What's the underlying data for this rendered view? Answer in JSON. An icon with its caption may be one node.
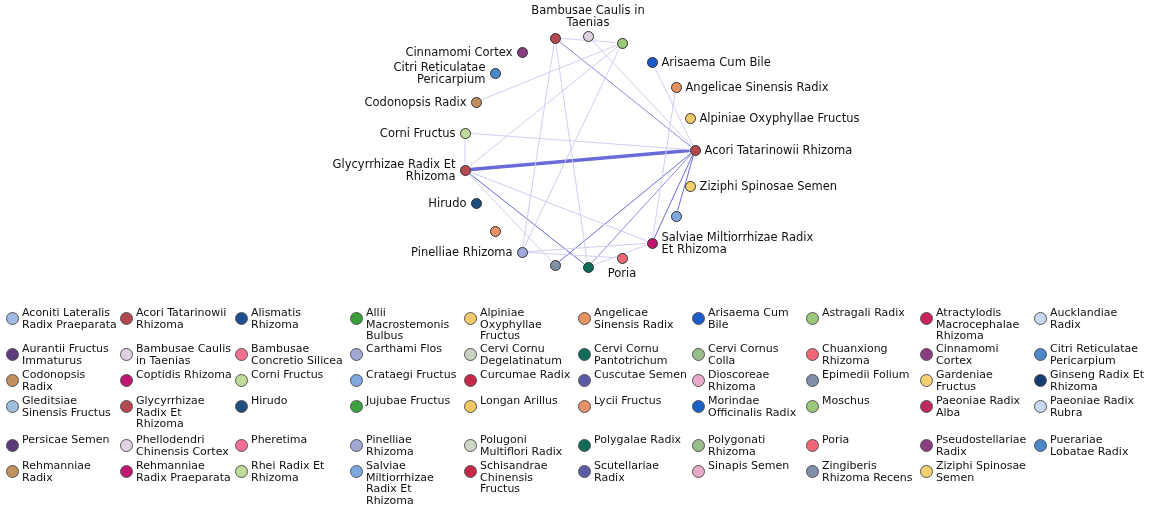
{
  "diagram": {
    "nodes": [
      {
        "text": [],
        "shape": "circle"
      },
      {
        "text": [
          "Bambusae Caulis in Taenias"
        ]
      },
      {
        "text": [],
        "shape": "circle"
      },
      {
        "text": [
          "Arisaema Cum Bile"
        ]
      },
      {
        "text": [
          "Angelicae Sinensis Radix"
        ]
      },
      {
        "text": [
          "Alpiniae Oxyphyllae Fructus"
        ]
      },
      {
        "text": [
          "Acori Tatarinowii Rhizoma"
        ]
      },
      {
        "text": [
          "Ziziphi Spinosae Semen"
        ]
      },
      {
        "text": [],
        "shape": "circle"
      },
      {
        "text": [
          "Salviae Miltiorrhizae Radix Et Rhizoma"
        ]
      },
      {
        "text": [
          "Poria"
        ]
      },
      {
        "text": [],
        "shape": "circle"
      },
      {
        "text": [],
        "shape": "circle"
      },
      {
        "text": [
          "Pinelliae Rhizoma"
        ]
      },
      {
        "text": [],
        "shape": "circle"
      },
      {
        "text": [
          "Hirudo"
        ]
      },
      {
        "text": [
          "Glycyrrhizae Radix Et Rhizoma"
        ]
      },
      {
        "text": [
          "Corni Fructus"
        ]
      },
      {
        "text": [
          "Codonopsis Radix"
        ]
      },
      {
        "text": [
          "Citri Reticulatae Pericarpium"
        ]
      },
      {
        "text": [
          "Cinnamomi Cortex"
        ]
      }
    ],
    "edges": [
      {
        "from": 16,
        "to": 6,
        "arrow": "none",
        "style": "thick",
        "color": "#6a6ad8"
      },
      {
        "from": 16,
        "to": 11,
        "arrow": "none",
        "color": "#6a6ad8"
      },
      {
        "from": 6,
        "to": 12,
        "arrow": "none",
        "color": "#6a6ad8"
      },
      {
        "from": 6,
        "to": 9,
        "arrow": "none",
        "color": "#6a6ad8"
      },
      {
        "from": 6,
        "to": 8,
        "arrow": "none",
        "color": "#6a6ad8"
      },
      {
        "from": 6,
        "to": 11,
        "arrow": "none",
        "color": "#8a8ae0"
      },
      {
        "from": 0,
        "to": 6,
        "arrow": "none",
        "color": "#8a8ae0"
      },
      {
        "from": 17,
        "to": 6,
        "arrow": "none"
      },
      {
        "from": 0,
        "to": 11,
        "arrow": "none"
      },
      {
        "from": 0,
        "to": 13,
        "arrow": "none"
      },
      {
        "from": 2,
        "to": 16,
        "arrow": "none"
      },
      {
        "from": 2,
        "to": 13,
        "arrow": "none"
      },
      {
        "from": 18,
        "to": 2,
        "arrow": "none"
      },
      {
        "from": 16,
        "to": 9,
        "arrow": "none"
      },
      {
        "from": 16,
        "to": 12,
        "arrow": "none"
      },
      {
        "from": 11,
        "to": 9,
        "arrow": "none"
      },
      {
        "from": 13,
        "to": 9,
        "arrow": "none"
      },
      {
        "from": 1,
        "to": 6,
        "arrow": "none"
      },
      {
        "from": 0,
        "to": 2,
        "arrow": "none"
      },
      {
        "from": 3,
        "to": 6,
        "arrow": "none"
      },
      {
        "from": 4,
        "to": 9,
        "arrow": "none"
      },
      {
        "from": 17,
        "to": 16,
        "arrow": "none"
      },
      {
        "from": 13,
        "to": 10,
        "arrow": "none"
      }
    ],
    "legend": [
      {
        "text": "Aconiti Lateralis Radix Praeparata",
        "color": "#9dbbe0"
      },
      {
        "text": "Acori Tatarinowii Rhizoma",
        "color": "#b5474f"
      },
      {
        "text": "Alismatis Rhizoma",
        "color": "#1f4e8c"
      },
      {
        "text": "Allii Macrostemonis Bulbus",
        "color": "#3a9e3a"
      },
      {
        "text": "Alpiniae Oxyphyllae Fructus",
        "color": "#f5c96a"
      },
      {
        "text": "Angelicae Sinensis Radix",
        "color": "#e8925e"
      },
      {
        "text": "Arisaema Cum Bile",
        "color": "#1a5ccc"
      },
      {
        "text": "Astragali Radix",
        "color": "#98c87a"
      },
      {
        "text": "Atractylodis Macrocephalae Rhizoma",
        "color": "#c8245a"
      },
      {
        "text": "Aucklandiae Radix",
        "color": "#c8d8f5"
      },
      {
        "text": "Aurantii Fructus Immaturus",
        "color": "#5e3a7a"
      },
      {
        "text": "Bambusae Caulis in Taenias",
        "color": "#ddd0e0"
      },
      {
        "text": "Bambusae Concretio Silicea",
        "color": "#f07090"
      },
      {
        "text": "Carthami Flos",
        "color": "#a0a8d8"
      },
      {
        "text": "Cervi Cornu Degelatinatum",
        "color": "#c8d4c0"
      },
      {
        "text": "Cervi Cornu Pantotrichum",
        "color": "#0e6b5a"
      },
      {
        "text": "Cervi Cornus Colla",
        "color": "#98bc8a"
      },
      {
        "text": "Chuanxiong Rhizoma",
        "color": "#f06878"
      },
      {
        "text": "Cinnamomi Cortex",
        "color": "#8a3c80"
      },
      {
        "text": "Citri Reticulatae Pericarpium",
        "color": "#4a88c8"
      },
      {
        "text": "Codonopsis Radix",
        "color": "#c09060"
      },
      {
        "text": "Coptidis Rhizoma",
        "color": "#c01870"
      },
      {
        "text": "Corni Fructus",
        "color": "#c0dc98"
      },
      {
        "text": "Crataegi Fructus",
        "color": "#80a8e0"
      },
      {
        "text": "Curcumae Radix",
        "color": "#c82848"
      },
      {
        "text": "Cuscutae Semen",
        "color": "#5a5ca8"
      },
      {
        "text": "Dioscoreae Rhizoma",
        "color": "#e8a8c8"
      },
      {
        "text": "Epimedii Folium",
        "color": "#8090a8"
      },
      {
        "text": "Gardeniae Fructus",
        "color": "#f5d070"
      },
      {
        "text": "Ginseng Radix Et Rhizoma",
        "color": "#143c70"
      },
      {
        "text": "Gleditsiae Sinensis Fructus",
        "color": "#9cbce0"
      },
      {
        "text": "Glycyrrhizae Radix Et Rhizoma",
        "color": "#b84850"
      },
      {
        "text": "Hirudo",
        "color": "#1e4e80"
      },
      {
        "text": "Jujubae Fructus",
        "color": "#3aa040"
      },
      {
        "text": "Longan Arillus",
        "color": "#f5c860"
      },
      {
        "text": "Lycii Fructus",
        "color": "#e89068"
      },
      {
        "text": "Morindae Officinalis Radix",
        "color": "#1a60c8"
      },
      {
        "text": "Moschus",
        "color": "#98c878"
      },
      {
        "text": "Paeoniae Radix Alba",
        "color": "#c02860"
      },
      {
        "text": "Paeoniae Radix Rubra",
        "color": "#c8d8f5"
      },
      {
        "text": "Persicae Semen",
        "color": "#5a3a78"
      },
      {
        "text": "Phellodendri Chinensis Cortex",
        "color": "#e0d4e4"
      },
      {
        "text": "Pheretima",
        "color": "#f07098"
      },
      {
        "text": "Pinelliae Rhizoma",
        "color": "#a0a8d8"
      },
      {
        "text": "Polugoni Multiflori Radix",
        "color": "#ccd8c4"
      },
      {
        "text": "Polygalae Radix",
        "color": "#0e6b58"
      },
      {
        "text": "Polygonati Rhizoma",
        "color": "#98bc8a"
      },
      {
        "text": "Poria",
        "color": "#f06878"
      },
      {
        "text": "Pseudostellariae Radix",
        "color": "#8a3c80"
      },
      {
        "text": "Puerariae Lobatae Radix",
        "color": "#4a88c8"
      },
      {
        "text": "Rehmanniae Radix",
        "color": "#c09060"
      },
      {
        "text": "Rehmanniae Radix Praeparata",
        "color": "#c01870"
      },
      {
        "text": "Rhei Radix Et Rhizoma",
        "color": "#c0dc98"
      },
      {
        "text": "Salviae Miltiorrhizae Radix Et Rhizoma",
        "color": "#80a8e0"
      },
      {
        "text": "Schisandrae Chinensis Fructus",
        "color": "#c82848"
      },
      {
        "text": "Scutellariae Radix",
        "color": "#5a5ca8"
      },
      {
        "text": "Sinapis Semen",
        "color": "#e8a8c8"
      },
      {
        "text": "Zingiberis Rhizoma Recens",
        "color": "#8090a8"
      },
      {
        "text": "Ziziphi Spinosae Semen",
        "color": "#f5d070"
      }
    ]
  }
}
